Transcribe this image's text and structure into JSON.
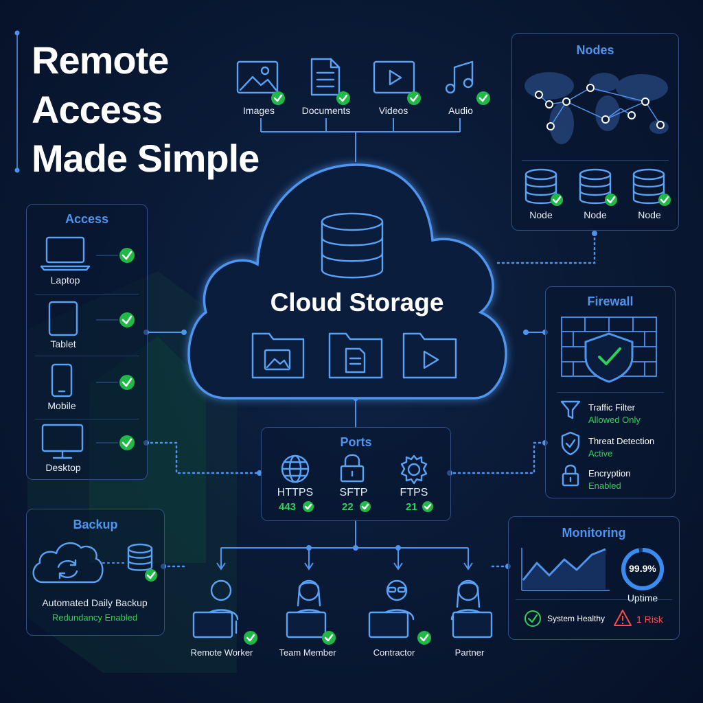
{
  "title": {
    "line1": "Remote",
    "line2": "Access",
    "line3": "Made Simple"
  },
  "media_types": [
    {
      "label": "Images",
      "icon": "image-icon"
    },
    {
      "label": "Documents",
      "icon": "document-icon"
    },
    {
      "label": "Videos",
      "icon": "video-icon"
    },
    {
      "label": "Audio",
      "icon": "music-icon"
    }
  ],
  "cloud": {
    "title": "Cloud Storage"
  },
  "nodes": {
    "title": "Nodes",
    "items": [
      "Node",
      "Node",
      "Node"
    ]
  },
  "access": {
    "title": "Access",
    "items": [
      "Laptop",
      "Tablet",
      "Mobile",
      "Desktop"
    ]
  },
  "firewall": {
    "title": "Firewall",
    "items": [
      {
        "label": "Traffic Filter",
        "status": "Allowed Only"
      },
      {
        "label": "Threat Detection",
        "status": "Active"
      },
      {
        "label": "Encryption",
        "status": "Enabled"
      }
    ]
  },
  "ports": {
    "title": "Ports",
    "items": [
      {
        "protocol": "HTTPS",
        "port": "443"
      },
      {
        "protocol": "SFTP",
        "port": "22"
      },
      {
        "protocol": "FTPS",
        "port": "21"
      }
    ]
  },
  "backup": {
    "title": "Backup",
    "description": "Automated Daily Backup",
    "status": "Redundancy Enabled"
  },
  "monitoring": {
    "title": "Monitoring",
    "uptime_value": "99.9%",
    "uptime_label": "Uptime",
    "uptime_fraction": 0.999,
    "healthy": "System Healthy",
    "risk": "1 Risk"
  },
  "users": [
    "Remote Worker",
    "Team Member",
    "Contractor",
    "Partner"
  ],
  "colors": {
    "accent": "#4f95ee",
    "ok": "#2fd05a",
    "risk": "#ff4b4b",
    "background": "#0a1a36"
  }
}
